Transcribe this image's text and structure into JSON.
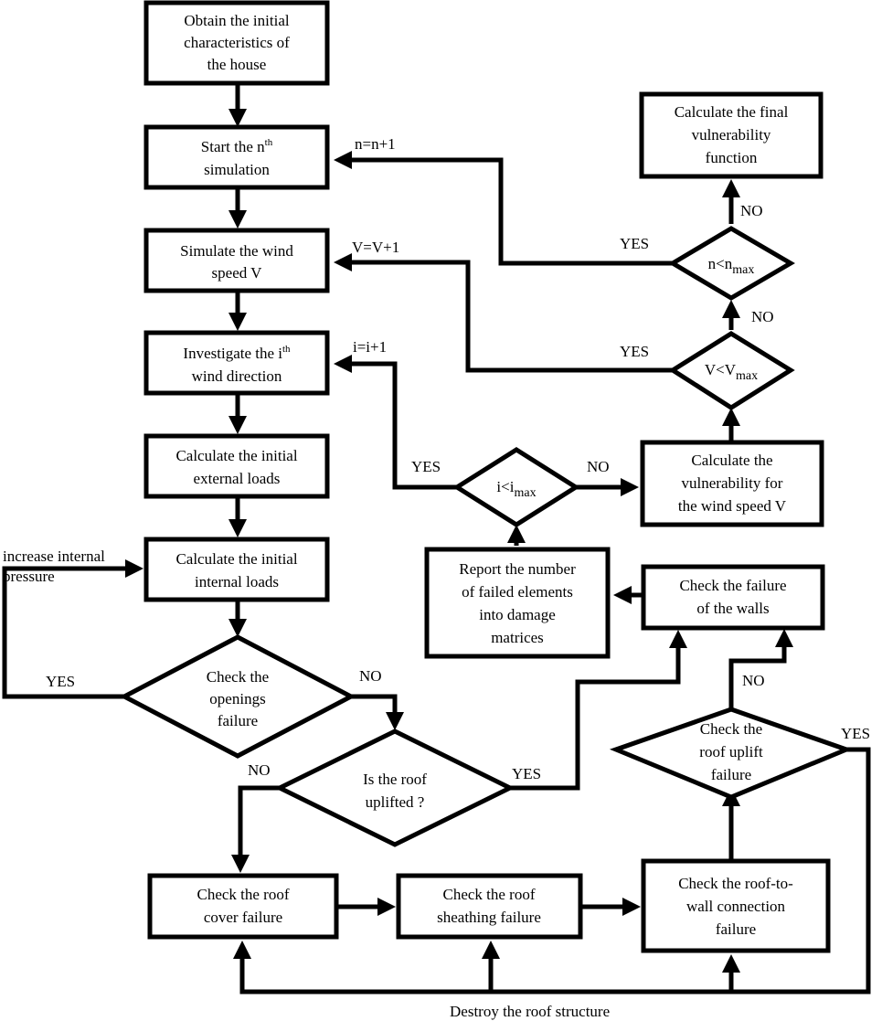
{
  "boxes": {
    "obtain": [
      "Obtain the initial",
      "characteristics of",
      "the house"
    ],
    "start_sim": {
      "line1_pre": "Start the n",
      "line1_sup": "th",
      "line2": "simulation"
    },
    "simulate_wind": [
      "Simulate the wind",
      "speed V"
    ],
    "investigate": {
      "line1_pre": "Investigate the i",
      "line1_sup": "th",
      "line2": "wind direction"
    },
    "ext_loads": [
      "Calculate the initial",
      "external loads"
    ],
    "int_loads": [
      "Calculate the initial",
      "internal loads"
    ],
    "final_vuln": [
      "Calculate the final",
      "vulnerability",
      "function"
    ],
    "calc_vuln": [
      "Calculate the",
      "vulnerability for",
      "the wind speed V"
    ],
    "report": [
      "Report the number",
      "of failed elements",
      "into damage",
      "matrices"
    ],
    "walls": [
      "Check the failure",
      "of the walls"
    ],
    "roof_cover": [
      "Check the roof",
      "cover failure"
    ],
    "sheathing": [
      "Check the roof",
      "sheathing  failure"
    ],
    "connection": [
      "Check the roof-to-",
      "wall connection",
      "failure"
    ]
  },
  "diamonds": {
    "openings": [
      "Check the",
      "openings",
      "failure"
    ],
    "uplifted": [
      "Is the roof",
      "uplifted ?"
    ],
    "roof_uplift": [
      "Check the",
      "roof uplift",
      "failure"
    ],
    "n_check": {
      "pre": "n<n",
      "sub": "max"
    },
    "v_check": {
      "pre": "V<V",
      "sub": "max"
    },
    "i_check": {
      "pre": "i<i",
      "sub": "max"
    }
  },
  "labels": {
    "n_inc": "n=n+1",
    "v_inc": "V=V+1",
    "i_inc": "i=i+1",
    "increase_pressure_1": "increase internal",
    "increase_pressure_2": "pressure",
    "destroy": "Destroy the roof structure",
    "yes": "YES",
    "no": "NO"
  }
}
